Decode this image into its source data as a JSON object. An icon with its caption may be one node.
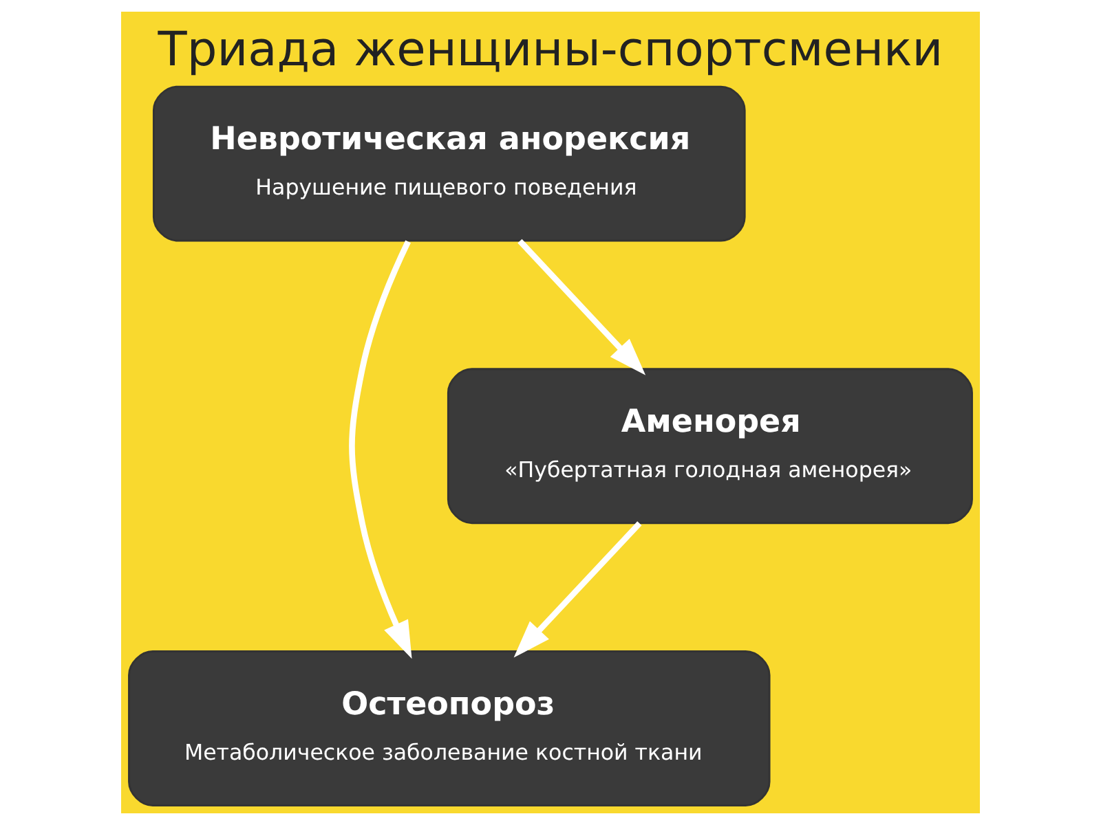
{
  "diagram": {
    "title": "Триада женщины-спортсменки",
    "nodes": [
      {
        "text": [
          "Невротическая анорексия",
          "Нарушение пищевого поведения"
        ]
      },
      {
        "text": [
          "Остеопороз",
          "Метаболическое заболевание костной ткани"
        ]
      },
      {
        "text": [
          "Аменорея",
          "«Пубертатная голодная аменорея»"
        ]
      }
    ],
    "edges": [
      {
        "from": 0,
        "to": 1,
        "arrow": "to"
      },
      {
        "from": 0,
        "to": 2,
        "arrow": "to"
      },
      {
        "from": 2,
        "to": 1,
        "arrow": "to"
      }
    ]
  }
}
